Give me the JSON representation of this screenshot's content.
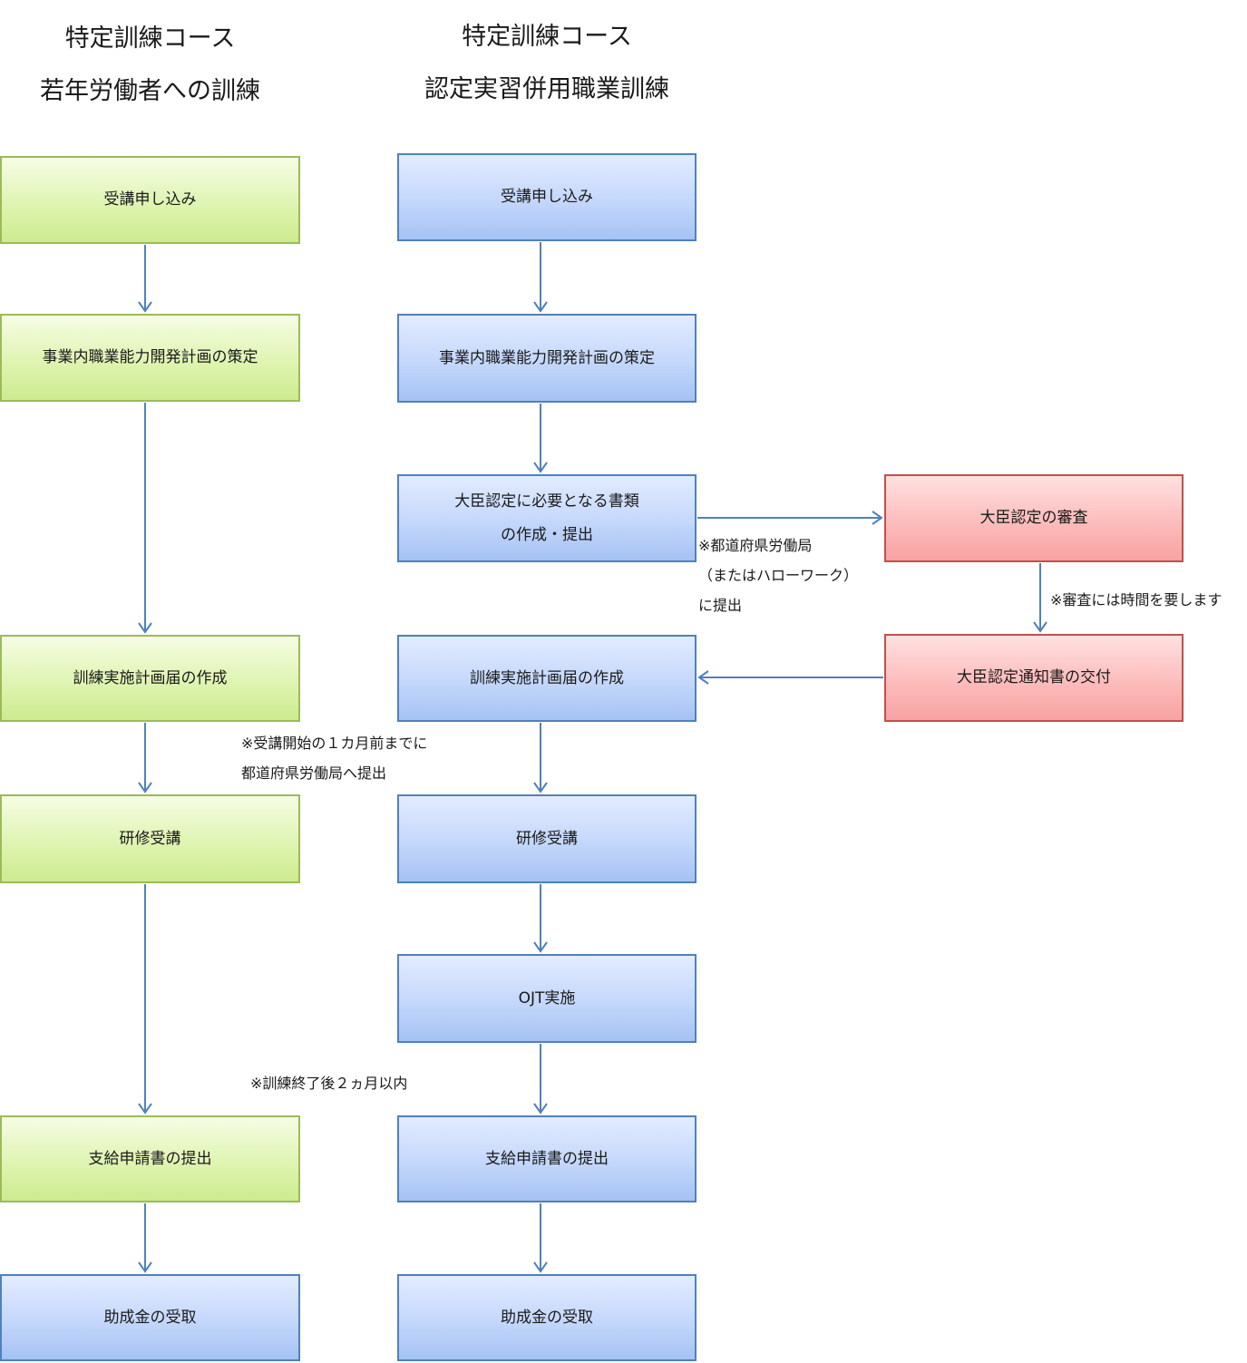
{
  "titles": {
    "left": [
      "特定訓練コース",
      "若年労働者への訓練"
    ],
    "middle": [
      "特定訓練コース",
      "認定実習併用職業訓練"
    ]
  },
  "left_column": [
    "受講申し込み",
    "事業内職業能力開発計画の策定",
    "訓練実施計画届の作成",
    "研修受講",
    "支給申請書の提出",
    "助成金の受取"
  ],
  "middle_column": [
    "受講申し込み",
    "事業内職業能力開発計画の策定",
    [
      "大臣認定に必要となる書類",
      "の作成・提出"
    ],
    "訓練実施計画届の作成",
    "研修受講",
    "OJT実施",
    "支給申請書の提出",
    "助成金の受取"
  ],
  "right_column": [
    "大臣認定の審査",
    "大臣認定通知書の交付"
  ],
  "notes": {
    "submit_to_bureau": [
      "※都道府県労働局",
      "（またはハローワーク）",
      "に提出"
    ],
    "review_time": "※審査には時間を要します",
    "one_month_before": [
      "※受講開始の１カ月前までに",
      "都道府県労働局へ提出"
    ],
    "within_two_months": "※訓練終了後２ヵ月以内"
  },
  "colors": {
    "green_border": "#9bbb59",
    "blue_border": "#4f81bd",
    "red_border": "#c0504d",
    "arrow": "#4f81bd"
  }
}
